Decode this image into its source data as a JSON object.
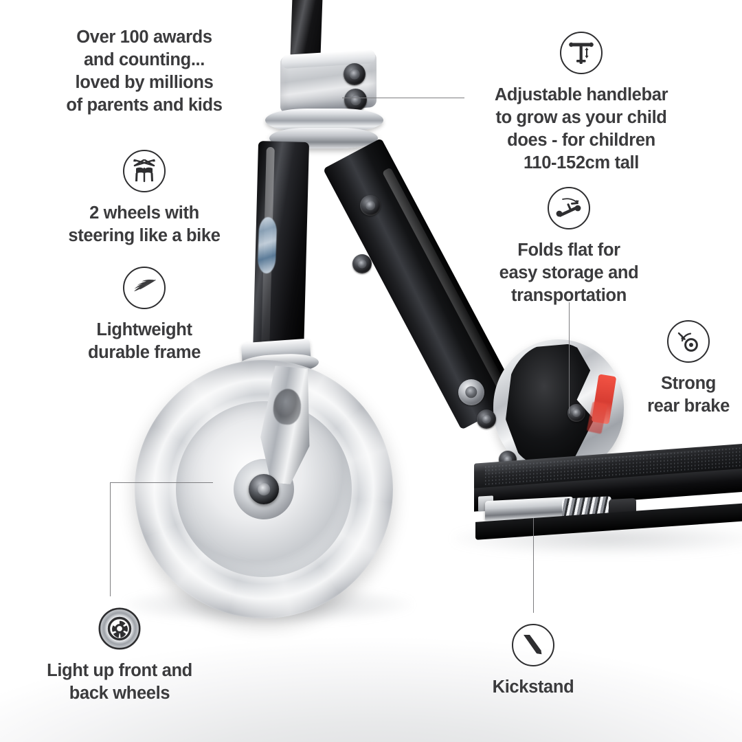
{
  "product": {
    "name": "kids-folding-scooter",
    "colors": {
      "text": "#3b3b3d",
      "icon_stroke": "#2e2e30",
      "leader_line": "#7d7d80",
      "background": "#ffffff",
      "brake_accent_red": "#e9483a"
    }
  },
  "features": [
    {
      "id": "awards",
      "icon": null,
      "caption": "Over 100 awards\nand counting...\nloved by millions\nof parents and kids"
    },
    {
      "id": "two-wheels-steering",
      "icon": "two-wheels-steering-icon",
      "caption": "2 wheels with\nsteering like a bike"
    },
    {
      "id": "lightweight-frame",
      "icon": "feather-icon",
      "caption": "Lightweight\ndurable frame"
    },
    {
      "id": "light-up-wheels",
      "icon": "glowing-wheel-icon",
      "caption": "Light up front and\nback wheels"
    },
    {
      "id": "adjustable-handlebar",
      "icon": "adjustable-handlebar-icon",
      "caption": "Adjustable handlebar\nto grow as your child\ndoes - for children\n110-152cm tall"
    },
    {
      "id": "folds-flat",
      "icon": "folded-scooter-icon",
      "caption": "Folds flat for\neasy storage and\ntransportation"
    },
    {
      "id": "rear-brake",
      "icon": "rear-brake-icon",
      "caption": "Strong\nrear brake"
    },
    {
      "id": "kickstand",
      "icon": "kickstand-icon",
      "caption": "Kickstand"
    }
  ],
  "callout_lines": [
    {
      "id": "handlebar-leader",
      "shape": "horizontal",
      "from": "clamp-collar",
      "to": "adjustable-handlebar-caption"
    },
    {
      "id": "folds-flat-leader",
      "shape": "vertical",
      "from": "folds-flat-caption",
      "to": "fold-joint"
    },
    {
      "id": "light-up-wheels-leader",
      "shape": "elbow",
      "from": "front-wheel",
      "to": "light-up-wheels-icon"
    },
    {
      "id": "kickstand-leader",
      "shape": "vertical",
      "from": "kickstand-mechanism",
      "to": "kickstand-icon"
    }
  ]
}
